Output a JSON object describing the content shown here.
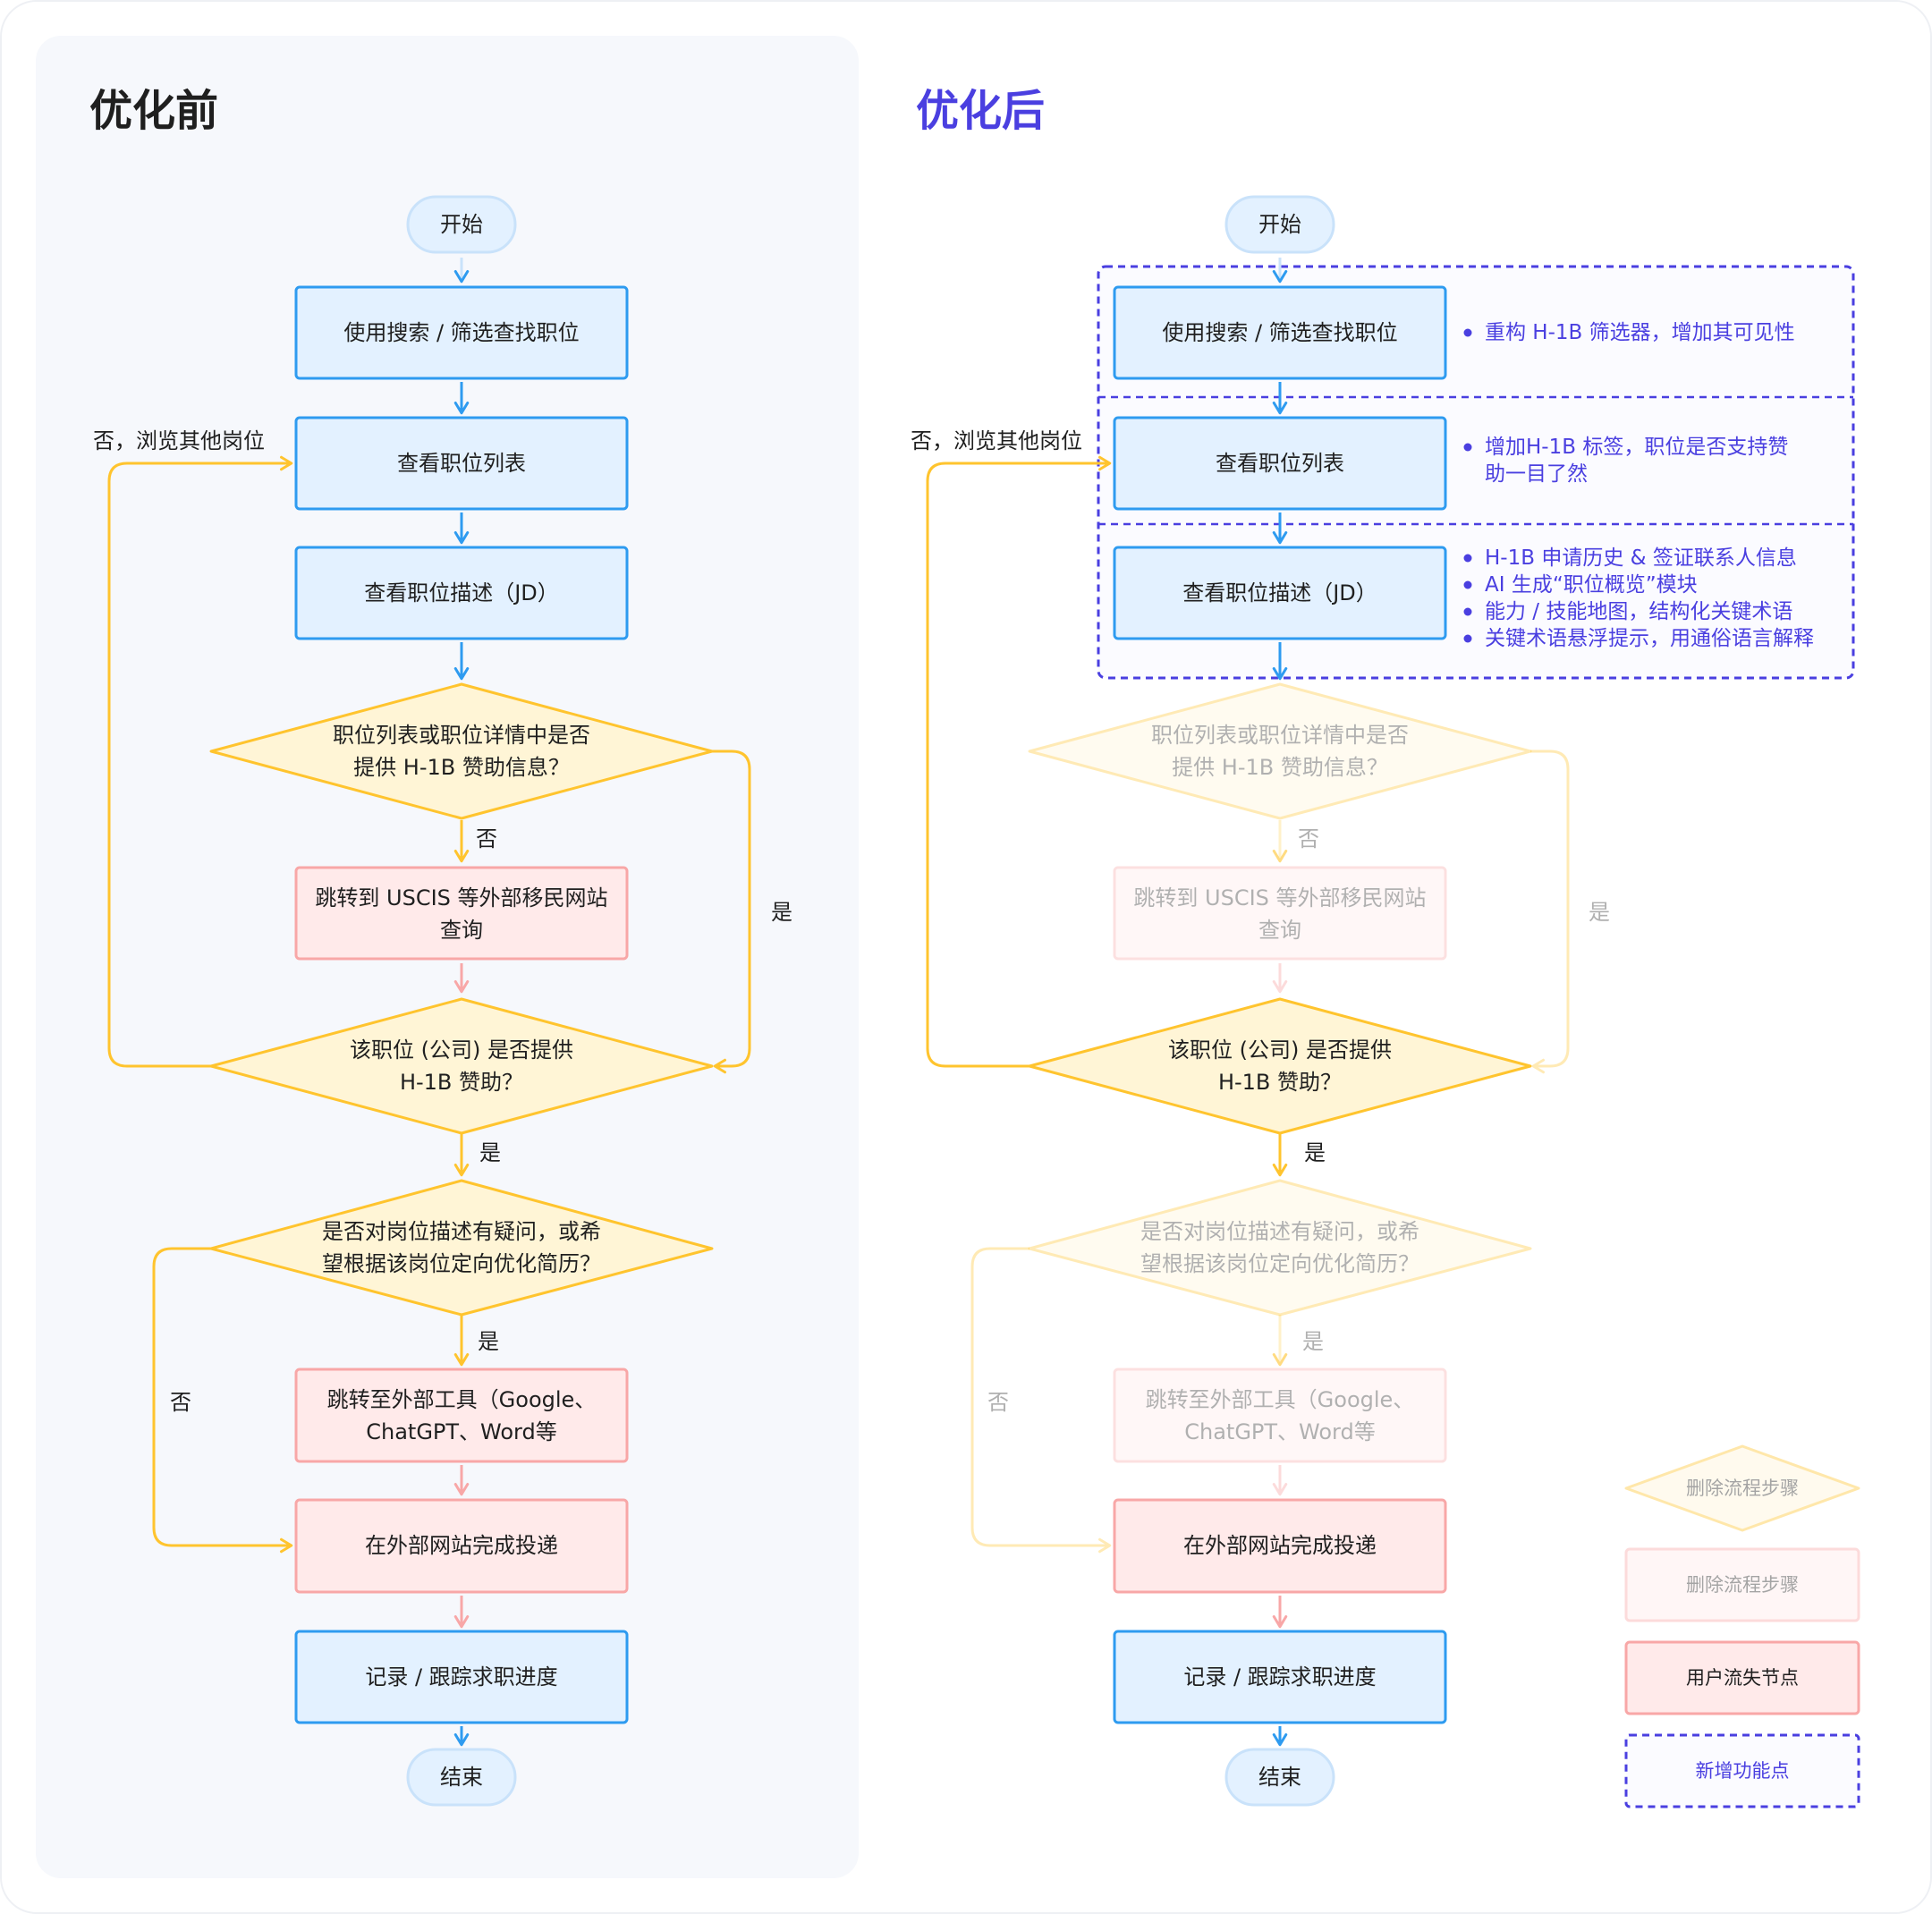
{
  "titles": {
    "before": "优化前",
    "after": "优化后"
  },
  "colors": {
    "blue_fill": "#E3F1FF",
    "blue_stroke": "#2E9BF0",
    "yellow_fill": "#FFF5D6",
    "yellow_stroke": "#FFC42E",
    "red_fill": "#FFEAEA",
    "red_stroke": "#F8A7A7",
    "accent": "#4A3FE0",
    "text": "#1F1F1F",
    "panel": "#F6F8FC"
  },
  "before": {
    "start": "开始",
    "search": "使用搜索 / 筛选查找职位",
    "list": "查看职位列表",
    "jd": "查看职位描述（JD）",
    "d1": [
      "职位列表或职位详情中是否",
      "提供 H-1B 赞助信息？"
    ],
    "uscis": [
      "跳转到 USCIS 等外部移民网站",
      "查询"
    ],
    "d2": [
      "该职位 (公司) 是否提供",
      "H-1B 赞助？"
    ],
    "d3": [
      "是否对岗位描述有疑问，或希",
      "望根据该岗位定向优化简历？"
    ],
    "tools": [
      "跳转至外部工具（Google、",
      "ChatGPT、Word等"
    ],
    "apply": "在外部网站完成投递",
    "track": "记录 / 跟踪求职进度",
    "end": "结束",
    "edge_browse": "否，浏览其他岗位",
    "edge_no1": "否",
    "edge_yes1": "是",
    "edge_yes2": "是",
    "edge_yes3": "是",
    "edge_no3": "否"
  },
  "after": {
    "start": "开始",
    "search": "使用搜索 / 筛选查找职位",
    "list": "查看职位列表",
    "jd": "查看职位描述（JD）",
    "d1": [
      "职位列表或职位详情中是否",
      "提供 H-1B 赞助信息？"
    ],
    "uscis": [
      "跳转到 USCIS 等外部移民网站",
      "查询"
    ],
    "d2": [
      "该职位 (公司) 是否提供",
      "H-1B 赞助？"
    ],
    "d3": [
      "是否对岗位描述有疑问，或希",
      "望根据该岗位定向优化简历？"
    ],
    "tools": [
      "跳转至外部工具（Google、",
      "ChatGPT、Word等"
    ],
    "apply": "在外部网站完成投递",
    "track": "记录 / 跟踪求职进度",
    "end": "结束",
    "edge_browse": "否，浏览其他岗位",
    "edge_no1": "否",
    "edge_yes1": "是",
    "edge_yes2": "是",
    "edge_yes3": "是",
    "edge_no3": "否",
    "notes_search": [
      "重构 H-1B 筛选器，增加其可见性"
    ],
    "notes_list": [
      "增加H-1B 标签，职位是否支持赞",
      "助一目了然"
    ],
    "notes_jd": [
      "H-1B 申请历史 & 签证联系人信息",
      "AI 生成“职位概览”模块",
      "能力 / 技能地图，结构化关键术语",
      "关键术语悬浮提示，用通俗语言解释"
    ]
  },
  "legend": {
    "deleted_decision": "删除流程步骤",
    "deleted_step": "删除流程步骤",
    "drop_node": "用户流失节点",
    "new_feature": "新增功能点"
  }
}
